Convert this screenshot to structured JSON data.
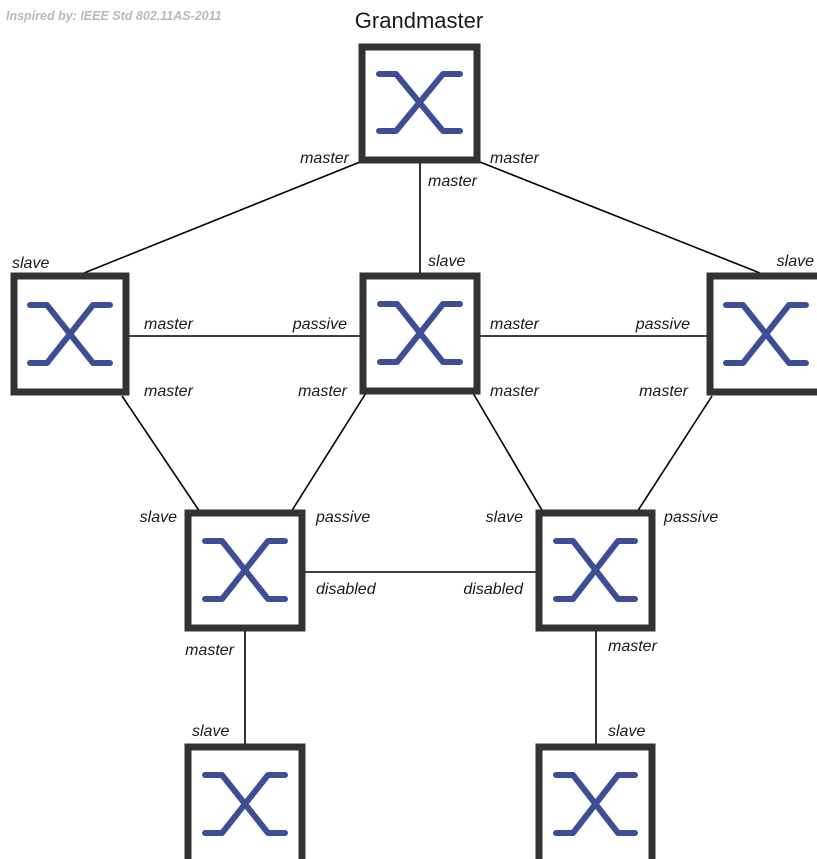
{
  "note": "Inspired by: IEEE Std 802.11AS-2011",
  "title": "Grandmaster",
  "colors": {
    "switch_border": "#333333",
    "switch_symbol": "#3d4e94",
    "link": "#000000"
  },
  "icon": "switch-cross-icon",
  "nodes": [
    {
      "id": "gm",
      "name": "grandmaster-switch"
    },
    {
      "id": "left",
      "name": "switch-left"
    },
    {
      "id": "center",
      "name": "switch-center"
    },
    {
      "id": "right",
      "name": "switch-right"
    },
    {
      "id": "lowleft",
      "name": "switch-lower-left"
    },
    {
      "id": "lowright",
      "name": "switch-lower-right"
    },
    {
      "id": "botleft",
      "name": "switch-bottom-left"
    },
    {
      "id": "botright",
      "name": "switch-bottom-right"
    }
  ],
  "links": [
    {
      "from": "gm",
      "to": "left"
    },
    {
      "from": "gm",
      "to": "center"
    },
    {
      "from": "gm",
      "to": "right"
    },
    {
      "from": "left",
      "to": "center"
    },
    {
      "from": "center",
      "to": "right"
    },
    {
      "from": "left",
      "to": "lowleft"
    },
    {
      "from": "center",
      "to": "lowleft"
    },
    {
      "from": "center",
      "to": "lowright"
    },
    {
      "from": "right",
      "to": "lowright"
    },
    {
      "from": "lowleft",
      "to": "lowright"
    },
    {
      "from": "lowleft",
      "to": "botleft"
    },
    {
      "from": "lowright",
      "to": "botright"
    }
  ],
  "labels": {
    "gm_left": "master",
    "gm_right": "master",
    "gm_down": "master",
    "left_up": "slave",
    "center_up": "slave",
    "right_up": "slave",
    "left_right": "master",
    "center_left": "passive",
    "center_right": "master",
    "right_left": "passive",
    "left_down": "master",
    "center_downleft": "master",
    "center_downright": "master",
    "right_down": "master",
    "lowleft_up": "slave",
    "lowleft_upright": "passive",
    "lowleft_right": "disabled",
    "lowright_left": "disabled",
    "lowright_up": "slave",
    "lowright_upright": "passive",
    "lowleft_down": "master",
    "lowright_down": "master",
    "botleft_up": "slave",
    "botright_up": "slave"
  }
}
